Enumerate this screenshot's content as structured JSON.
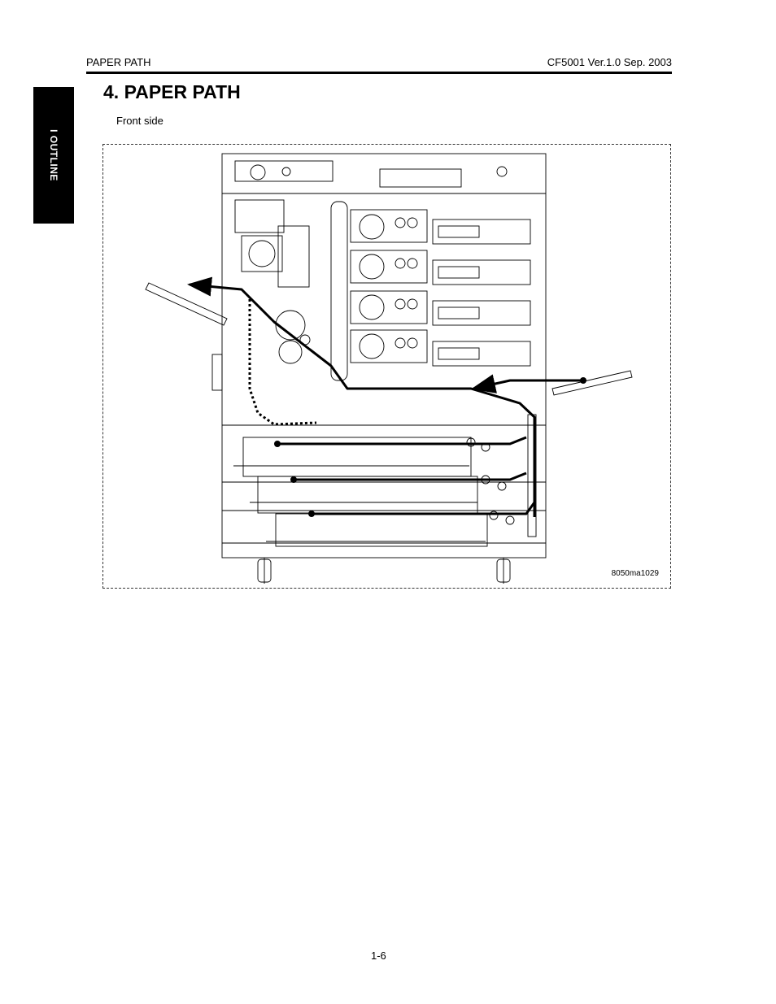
{
  "header": {
    "section": "PAPER PATH",
    "doc": "CF5001 Ver.1.0 Sep. 2003"
  },
  "side_tab": "I OUTLINE",
  "title": "4.  PAPER PATH",
  "subtitle": "Front side",
  "figure": {
    "id": "8050ma1029"
  },
  "footer": {
    "page": "1-6"
  }
}
